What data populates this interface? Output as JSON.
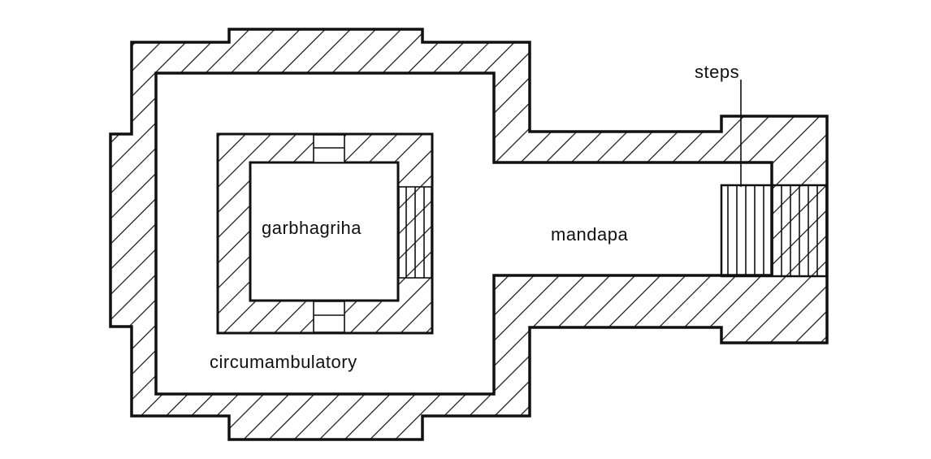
{
  "labels": {
    "garbhagriha": "garbhagriha",
    "mandapa": "mandapa",
    "circumambulatory": "circumambulatory",
    "steps": "steps"
  },
  "colors": {
    "line": "#111111",
    "background": "#ffffff"
  }
}
